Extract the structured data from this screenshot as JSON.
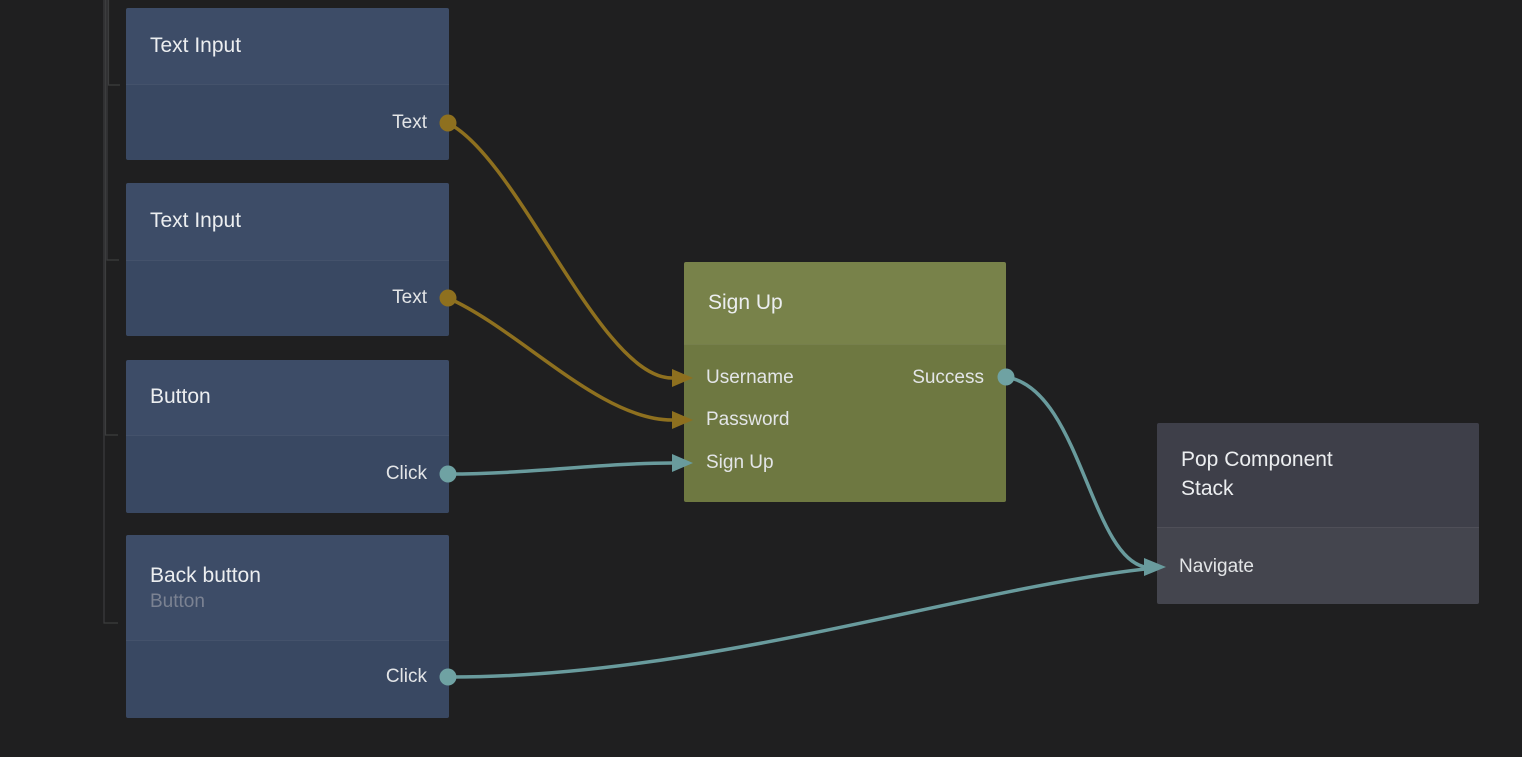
{
  "app": {
    "view": "node-graph-editor",
    "background": "#1f1f20"
  },
  "colors": {
    "blue_header": "#3d4c67",
    "blue_body": "#394862",
    "olive_header": "#78824a",
    "olive_body": "#6e7841",
    "gray_header": "#3e3f49",
    "gray_body": "#44454e",
    "wire_gold": "#8e701f",
    "wire_teal": "#699b9d",
    "dot_gold": "#8e701f",
    "dot_teal": "#6fa2a3",
    "title_text": "#eceef0",
    "port_text": "#e3e5e7",
    "subtitle_text": "#7b8292",
    "guide_line": "#3c3d3e"
  },
  "nodes": [
    {
      "id": "text-input-1",
      "title": "Text Input",
      "ports": [
        {
          "label": "Text",
          "direction": "out",
          "type": "gold"
        }
      ]
    },
    {
      "id": "text-input-2",
      "title": "Text Input",
      "ports": [
        {
          "label": "Text",
          "direction": "out",
          "type": "gold"
        }
      ]
    },
    {
      "id": "button",
      "title": "Button",
      "ports": [
        {
          "label": "Click",
          "direction": "out",
          "type": "teal"
        }
      ]
    },
    {
      "id": "back-button",
      "title": "Back button",
      "subtitle": "Button",
      "ports": [
        {
          "label": "Click",
          "direction": "out",
          "type": "teal"
        }
      ]
    },
    {
      "id": "sign-up",
      "title": "Sign Up",
      "ports": [
        {
          "label": "Username",
          "direction": "in",
          "type": "gold"
        },
        {
          "label": "Password",
          "direction": "in",
          "type": "gold"
        },
        {
          "label": "Sign Up",
          "direction": "in",
          "type": "teal"
        },
        {
          "label": "Success",
          "direction": "out",
          "type": "teal"
        }
      ]
    },
    {
      "id": "pop-component-stack",
      "title": "Pop Component Stack",
      "ports": [
        {
          "label": "Navigate",
          "direction": "in",
          "type": "teal"
        }
      ]
    }
  ],
  "connections": [
    {
      "from": "text-input-1.Text",
      "to": "sign-up.Username",
      "color": "gold"
    },
    {
      "from": "text-input-2.Text",
      "to": "sign-up.Password",
      "color": "gold"
    },
    {
      "from": "button.Click",
      "to": "sign-up.Sign Up",
      "color": "teal"
    },
    {
      "from": "sign-up.Success",
      "to": "pop-component-stack.Navigate",
      "color": "teal"
    },
    {
      "from": "back-button.Click",
      "to": "pop-component-stack.Navigate",
      "color": "teal"
    }
  ]
}
